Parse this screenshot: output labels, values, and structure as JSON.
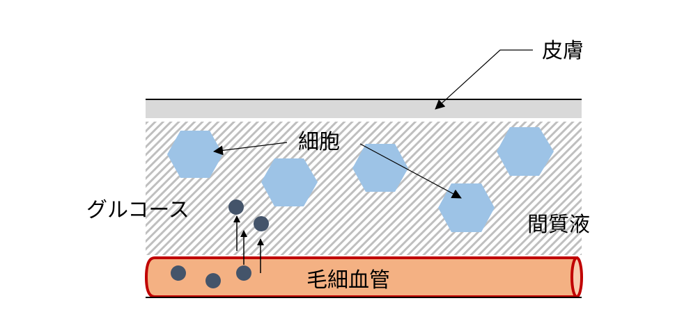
{
  "labels": {
    "skin": "皮膚",
    "cell": "細胞",
    "glucose": "グルコース",
    "interstitial_fluid": "間質液",
    "capillary": "毛細血管"
  },
  "colors": {
    "skin": "#d9d9d9",
    "hatch": "#bfbfbf",
    "cell": "#9dc3e6",
    "glucose": "#44546a",
    "capillary_fill": "#f4b183",
    "capillary_stroke": "#c00000"
  }
}
